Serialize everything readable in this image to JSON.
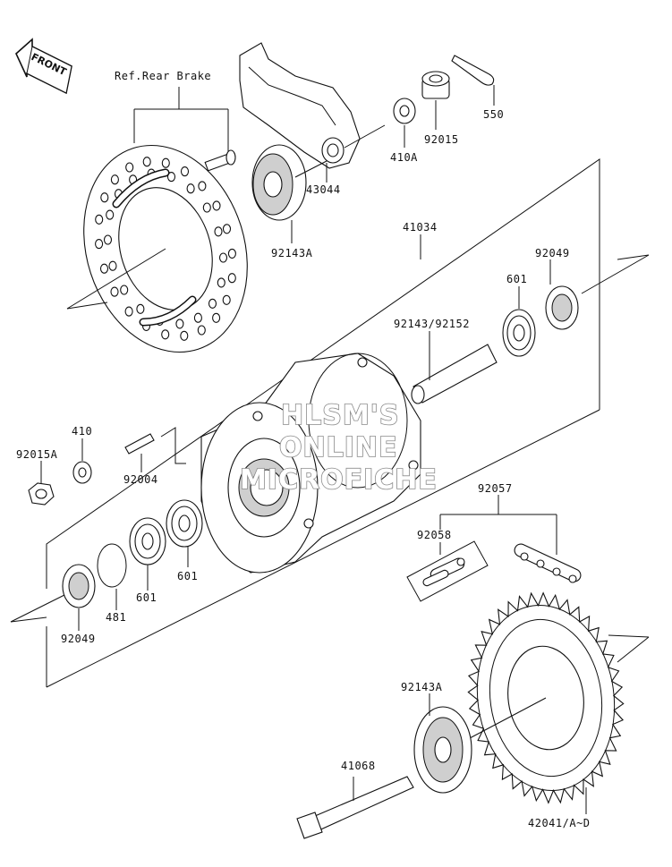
{
  "front_badge": "FRONT",
  "reference_note": "Ref.Rear Brake",
  "parts": {
    "p43044": "43044",
    "p410A": "410A",
    "p92015": "92015",
    "p550": "550",
    "p92143A_top": "92143A",
    "p41034": "41034",
    "p92049_top": "92049",
    "p601_top": "601",
    "p92143_92152": "92143/92152",
    "p410": "410",
    "p92015A": "92015A",
    "p92004": "92004",
    "p601_a": "601",
    "p601_b": "601",
    "p481": "481",
    "p92049_bottom": "92049",
    "p92057": "92057",
    "p92058": "92058",
    "p92143A_bottom": "92143A",
    "p41068": "41068",
    "p42041": "42041/A~D"
  },
  "watermark": {
    "line1": "HLSM'S",
    "line2": "ONLINE",
    "line3": "MICROFICHE"
  }
}
